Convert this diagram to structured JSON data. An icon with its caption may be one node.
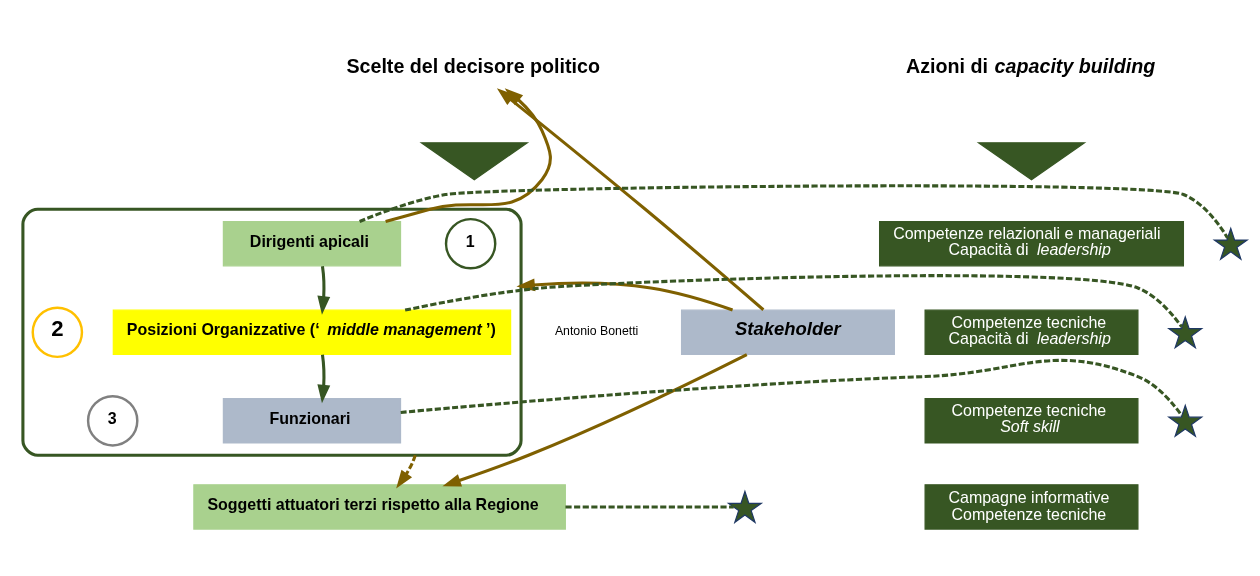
{
  "diagram": {
    "nodes": [
      {
        "text": [
          "Scelte del decisore politico"
        ]
      },
      {
        "text": [],
        "shape": "triangle"
      },
      {
        "text": [
          "*Stakeholder*"
        ]
      },
      {
        "text": [],
        "shape": "box"
      },
      {
        "text": [
          "1"
        ],
        "in": 3
      },
      {
        "text": [
          "Dirigenti apicali"
        ],
        "in": 3
      },
      {
        "text": [
          "2"
        ],
        "in": 3
      },
      {
        "text": [
          "Posizioni Organizzative (‘*middle management*’)"
        ],
        "in": 3
      },
      {
        "text": [
          "3"
        ],
        "in": 3
      },
      {
        "text": [
          "Funzionari"
        ],
        "in": 3
      },
      {
        "text": [
          "Soggetti attuatori terzi rispetto alla Regione"
        ]
      },
      {
        "text": [
          "Azioni di *capacity building*"
        ]
      },
      {
        "text": [],
        "shape": "triangle"
      },
      {
        "text": [],
        "shape": "star"
      },
      {
        "text": [
          "Competenze relazionali e manageriali",
          "Capacità di *leadership*"
        ]
      },
      {
        "text": [],
        "shape": "star"
      },
      {
        "text": [
          "Competenze tecniche",
          "Capacità di *leadership*"
        ]
      },
      {
        "text": [],
        "shape": "star"
      },
      {
        "text": [
          "Competenze tecniche",
          "*Soft skill*"
        ]
      },
      {
        "text": [],
        "shape": "star"
      },
      {
        "text": [
          "Campagne informative",
          "Competenze tecniche"
        ]
      }
    ],
    "edges": [
      {
        "from": 2,
        "to": 0,
        "arrow": "to",
        "color": "#7f6000"
      },
      {
        "from": 2,
        "to": 3,
        "arrow": "to",
        "color": "#7f6000"
      },
      {
        "from": 2,
        "to": 10,
        "arrow": "to",
        "color": "#7f6000"
      },
      {
        "from": 5,
        "to": 0,
        "arrow": "to",
        "color": "#7f6000"
      },
      {
        "from": 5,
        "to": 7,
        "arrow": "to"
      },
      {
        "from": 7,
        "to": 9,
        "arrow": "to"
      },
      {
        "from": 3,
        "to": 10,
        "arrow": "to",
        "style": "dashed",
        "color": "#7f6000"
      },
      {
        "from": 5,
        "to": 13,
        "arrow": "none",
        "style": "dashed"
      },
      {
        "from": 7,
        "to": 15,
        "arrow": "none",
        "style": "dashed"
      },
      {
        "from": 9,
        "to": 17,
        "arrow": "none",
        "style": "dashed"
      },
      {
        "from": 10,
        "to": 19,
        "arrow": "none",
        "style": "dashed"
      }
    ],
    "labels": [
      "Antonio Bonetti"
    ]
  }
}
